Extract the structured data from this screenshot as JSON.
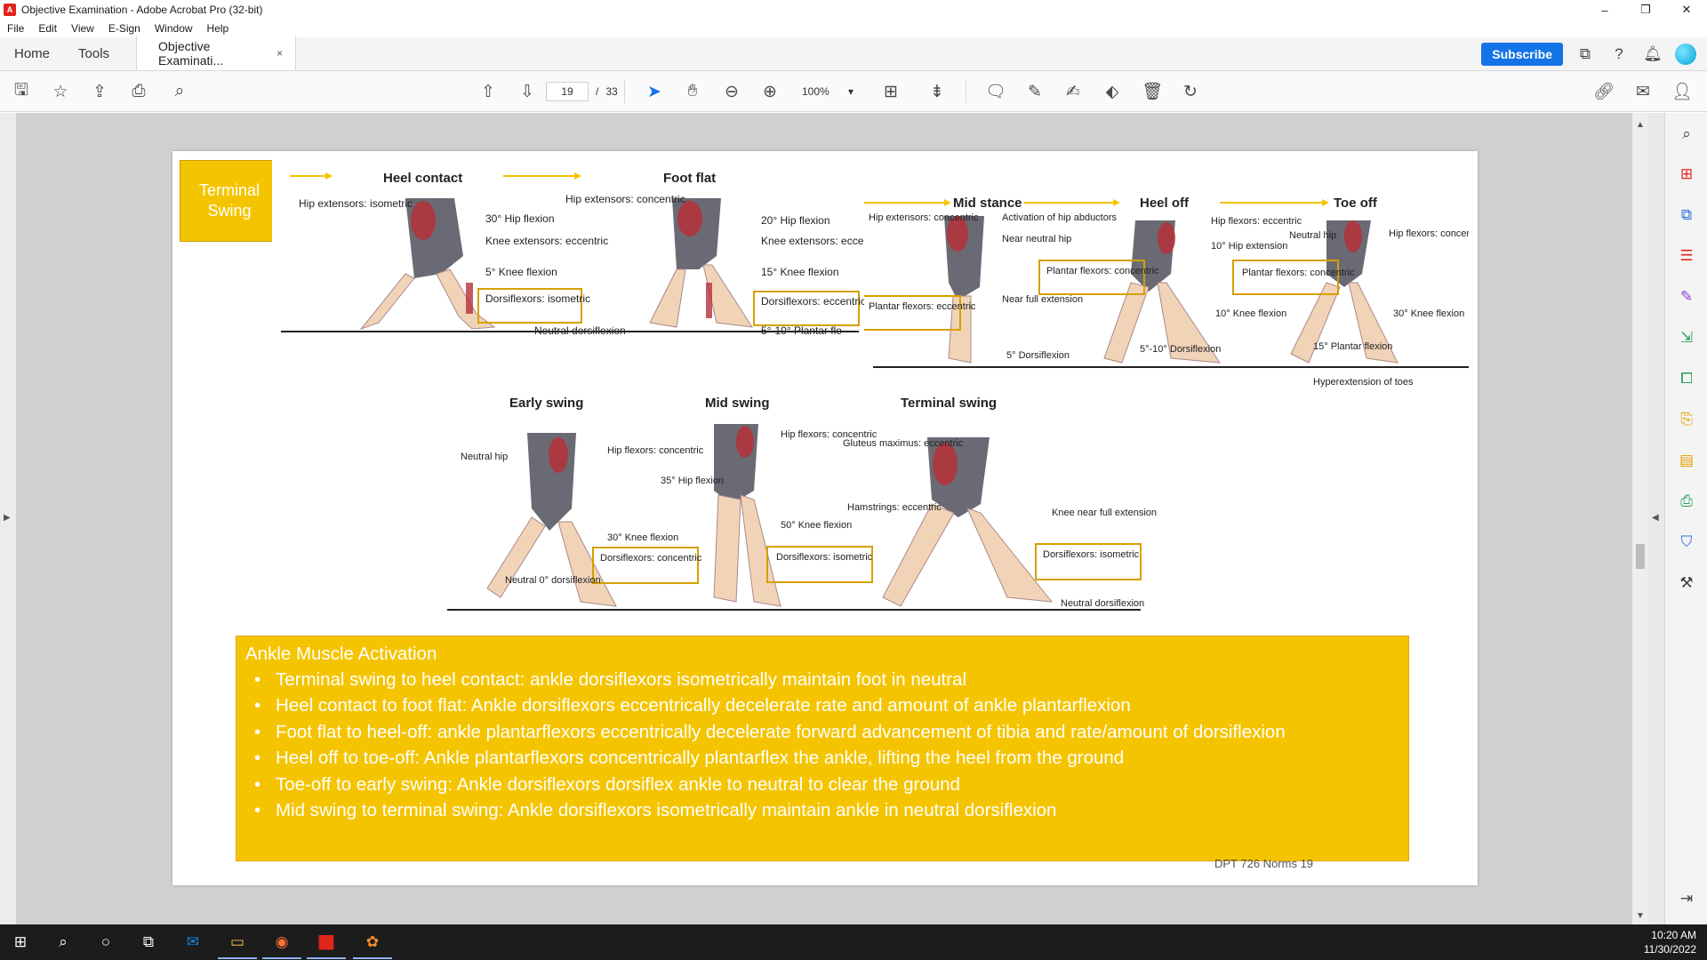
{
  "window": {
    "title": "Objective Examination - Adobe Acrobat Pro (32-bit)",
    "controls": {
      "minimize": "–",
      "restore": "❐",
      "close": "✕"
    }
  },
  "menu": [
    "File",
    "Edit",
    "View",
    "E-Sign",
    "Window",
    "Help"
  ],
  "tabs": {
    "home": "Home",
    "tools": "Tools",
    "document": "Objective Examinati...",
    "close": "×"
  },
  "header_right": {
    "subscribe": "Subscribe"
  },
  "toolbar": {
    "page_current": "19",
    "page_separator": "/",
    "page_total": "33",
    "zoom": "100%"
  },
  "page": {
    "terminal_label": "Terminal Swing",
    "figure_top_left": {
      "phases": [
        "Heel contact",
        "Foot flat"
      ],
      "labels": [
        "Hip extensors: isometric",
        "30° Hip flexion",
        "Knee extensors: eccentric",
        "5° Knee flexion",
        "Dorsiflexors: isometric",
        "Neutral dorsiflexion",
        "Hip extensors: concentric",
        "20° Hip flexion",
        "Knee extensors: eccentric",
        "15° Knee flexion",
        "Dorsiflexors: eccentric",
        "5°-10° Plantar fle"
      ]
    },
    "figure_top_right": {
      "phases": [
        "Mid stance",
        "Heel off",
        "Toe off"
      ],
      "labels": [
        "Hip extensors: concentric",
        "Activation of hip abductors",
        "Near neutral hip",
        "Plantar flexors: concentric",
        "Near full extension",
        "Plantar flexors: eccentric",
        "5° Dorsiflexion",
        "Hip flexors: eccentric",
        "10° Hip extension",
        "10° Knee flexion",
        "5°-10° Dorsiflexion",
        "Plantar flexors: concentric",
        "Neutral hip",
        "Hip flexors: concentric",
        "30° Knee flexion",
        "15° Plantar flexion",
        "Hyperextension of toes"
      ]
    },
    "figure_bottom": {
      "phases": [
        "Early swing",
        "Mid swing",
        "Terminal swing"
      ],
      "labels": [
        "Neutral hip",
        "Hip flexors: concentric",
        "30° Knee flexion",
        "Dorsiflexors: concentric",
        "Neutral 0° dorsiflexion",
        "Hip flexors: concentric",
        "35° Hip flexion",
        "50° Knee flexion",
        "Dorsiflexors: isometric",
        "Gluteus maximus: eccentric",
        "Hamstrings: eccentric",
        "Knee near full extension",
        "Dorsiflexors: isometric",
        "Neutral dorsiflexion"
      ]
    },
    "box_heading": "Ankle Muscle Activation",
    "bullets": [
      "Terminal swing to heel contact: ankle dorsiflexors isometrically maintain foot in neutral",
      "Heel contact to foot flat:  Ankle dorsiflexors eccentrically decelerate rate and amount of ankle plantarflexion",
      "Foot flat to heel-off: ankle plantarflexors eccentrically decelerate forward advancement of tibia and rate/amount of dorsiflexion",
      "Heel off to toe-off:  Ankle plantarflexors concentrically plantarflex the ankle, lifting the heel from the ground",
      "Toe-off to early swing: Ankle dorsiflexors dorsiflex ankle to neutral to clear the ground",
      "Mid swing to terminal swing: Ankle dorsiflexors isometrically maintain ankle in neutral dorsiflexion"
    ],
    "footer": "DPT 726 Norms    19"
  },
  "taskbar": {
    "time": "10:20 AM",
    "date": "11/30/2022"
  },
  "colors": {
    "accent": "#1473e6",
    "box": "#f5c400",
    "muscle": "#b5303a"
  }
}
